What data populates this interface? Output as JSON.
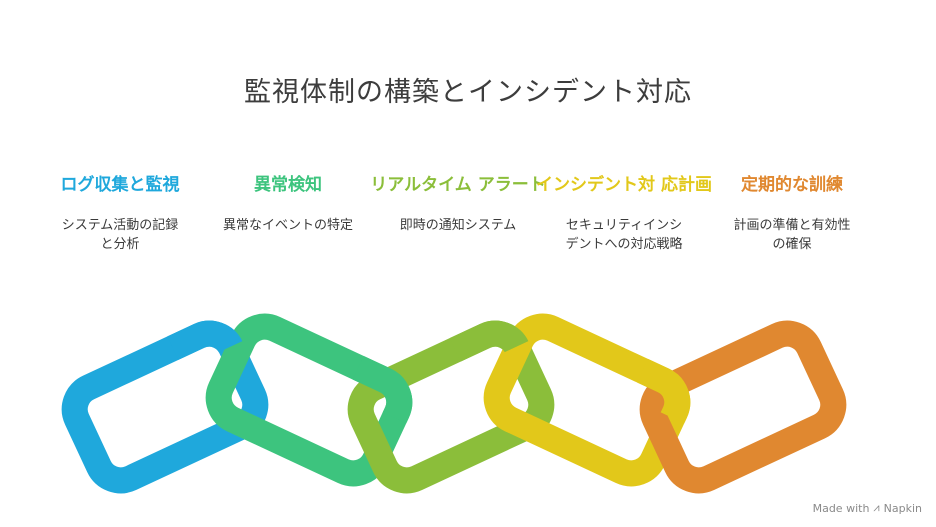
{
  "title": "監視体制の構築とインシデント対応",
  "steps": [
    {
      "title": "ログ収集と監視",
      "desc": "システム活動の記録\nと分析",
      "color": "#1fa8dc"
    },
    {
      "title": "異常検知",
      "desc": "異常なイベントの特定",
      "color": "#3dc47e"
    },
    {
      "title": "リアルタイム\nアラート",
      "desc": "即時の通知システム",
      "color": "#8bbe3a"
    },
    {
      "title": "インシデント対\n応計画",
      "desc": "セキュリティインシ\nデントへの対応戦略",
      "color": "#e2c81a"
    },
    {
      "title": "定期的な訓練",
      "desc": "計画の準備と有効性\nの確保",
      "color": "#e08830"
    }
  ],
  "credit": {
    "made_with": "Made with",
    "brand": "Napkin",
    "logo_icon": "napkin-logo-icon"
  }
}
